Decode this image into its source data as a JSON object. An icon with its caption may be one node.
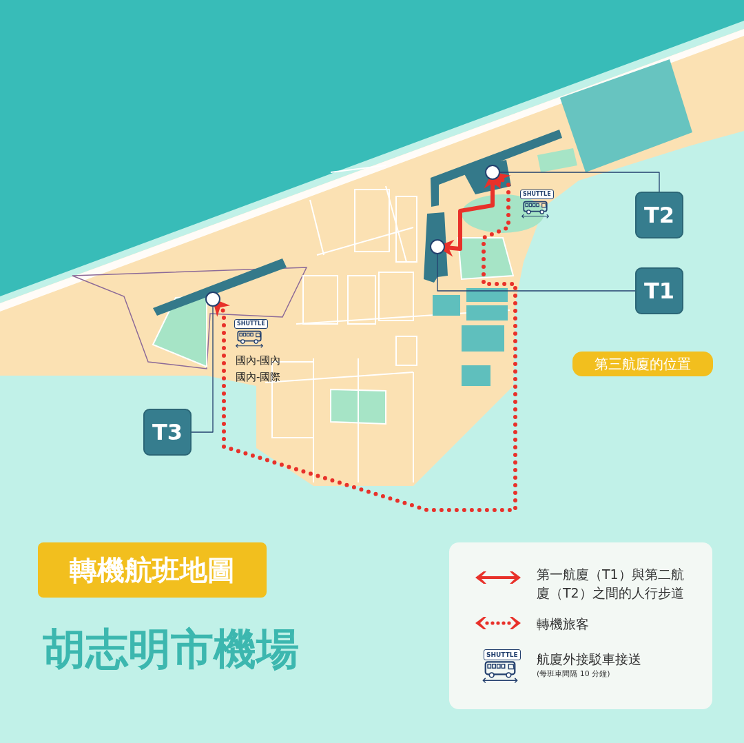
{
  "diagram": {
    "title": "胡志明市機場",
    "nodes": [
      {
        "text": [],
        "shape": "circle"
      },
      {
        "text": [],
        "shape": "circle"
      },
      {
        "text": [],
        "shape": "circle"
      },
      {
        "text": [
          "T2"
        ]
      },
      {
        "text": [
          "T1"
        ]
      },
      {
        "text": [
          "T3"
        ]
      },
      {
        "text": [
          "第三航廈的位置"
        ]
      },
      {
        "text": [
          "轉機航班地圖"
        ]
      }
    ],
    "edges": [
      {
        "from": 5,
        "to": 0,
        "arrow": "none"
      },
      {
        "from": 4,
        "to": 1,
        "arrow": "none"
      },
      {
        "from": 3,
        "to": 2,
        "arrow": "none"
      },
      {
        "from": 1,
        "to": 2,
        "arrow": "both",
        "style": "thick",
        "color": "#e8312a"
      },
      {
        "from": 0,
        "to": 2,
        "arrow": "both",
        "style": "dashed",
        "color": "#e8312a"
      }
    ],
    "labels": [
      "SHUTTLE",
      "SHUTTLE",
      "國內-國內",
      "國內-國際",
      "SHUTTLE",
      "(每班車間隔 10 分鐘)"
    ],
    "legend": [
      {
        "text": "第一航廈（T1）與第二航廈（T2）之間的人行步道"
      },
      {
        "text": "轉機旅客"
      },
      {
        "text": "航廈外接駁車接送"
      }
    ]
  }
}
